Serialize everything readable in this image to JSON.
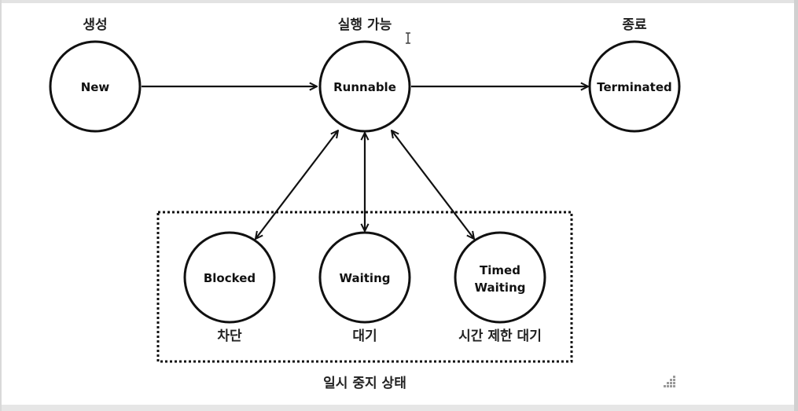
{
  "diagram": {
    "nodes": {
      "new": {
        "label": "New",
        "caption": "생성"
      },
      "runnable": {
        "label": "Runnable",
        "caption": "실행 가능"
      },
      "terminated": {
        "label": "Terminated",
        "caption": "종료"
      },
      "blocked": {
        "label": "Blocked",
        "caption": "차단"
      },
      "waiting": {
        "label": "Waiting",
        "caption": "대기"
      },
      "timed_waiting": {
        "label_line1": "Timed",
        "label_line2": "Waiting",
        "caption": "시간 제한 대기"
      }
    },
    "group": {
      "caption": "일시 중지 상태"
    },
    "edges": [
      {
        "from": "New",
        "to": "Runnable",
        "direction": "one-way"
      },
      {
        "from": "Runnable",
        "to": "Terminated",
        "direction": "one-way"
      },
      {
        "from": "Runnable",
        "to": "Blocked",
        "direction": "two-way"
      },
      {
        "from": "Runnable",
        "to": "Waiting",
        "direction": "two-way"
      },
      {
        "from": "Runnable",
        "to": "Timed Waiting",
        "direction": "two-way"
      }
    ],
    "colors": {
      "ink": "#111111",
      "background": "#ffffff"
    }
  },
  "decorations": {
    "cursor_icon": "i-beam-cursor-icon",
    "resize_icon": "resize-grip-icon"
  }
}
